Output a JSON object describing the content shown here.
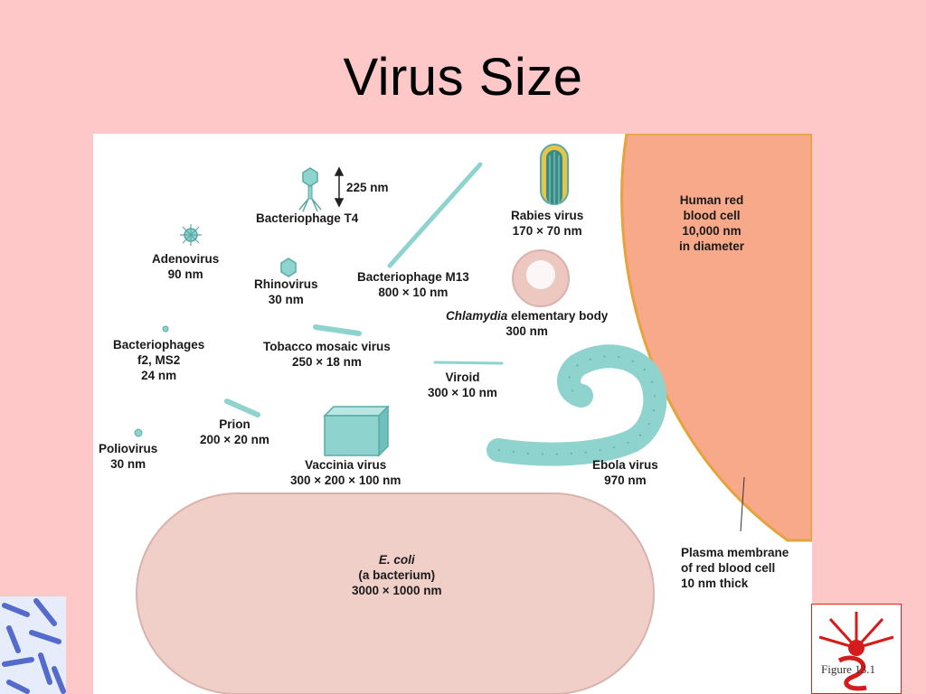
{
  "slide": {
    "title": "Virus  Size",
    "figure_ref": "Figure 13.1"
  },
  "diagram": {
    "colors": {
      "background": "#ffc8c8",
      "virus_fill": "#8fd3cf",
      "virus_stroke": "#5aa9a6",
      "rbc_fill": "#f7a98a",
      "rbc_edge": "#e6a23c",
      "ecoli_fill": "#f0cfc8"
    },
    "items": [
      {
        "id": "bacteriophage-t4",
        "name": "Bacteriophage T4",
        "size": "225 nm"
      },
      {
        "id": "adenovirus",
        "name": "Adenovirus",
        "size": "90 nm"
      },
      {
        "id": "rhinovirus",
        "name": "Rhinovirus",
        "size": "30 nm"
      },
      {
        "id": "bacteriophage-m13",
        "name": "Bacteriophage M13",
        "size": "800 × 10 nm"
      },
      {
        "id": "rabies-virus",
        "name": "Rabies virus",
        "size": "170 × 70 nm"
      },
      {
        "id": "chlamydia",
        "name_italic": "Chlamydia",
        "name_rest": " elementary body",
        "size": "300 nm"
      },
      {
        "id": "human-rbc",
        "lines": [
          "Human red",
          "blood cell",
          "10,000 nm",
          "in diameter"
        ]
      },
      {
        "id": "bacteriophages-f2",
        "lines": [
          "Bacteriophages",
          "f2, MS2",
          "24 nm"
        ]
      },
      {
        "id": "tobacco-mosaic",
        "name": "Tobacco mosaic virus",
        "size": "250 × 18 nm"
      },
      {
        "id": "viroid",
        "name": "Viroid",
        "size": "300 × 10 nm"
      },
      {
        "id": "prion",
        "name": "Prion",
        "size": "200 × 20 nm"
      },
      {
        "id": "poliovirus",
        "name": "Poliovirus",
        "size": "30 nm"
      },
      {
        "id": "vaccinia",
        "name": "Vaccinia virus",
        "size": "300 × 200 × 100 nm"
      },
      {
        "id": "ebola",
        "name": "Ebola virus",
        "size": "970 nm"
      },
      {
        "id": "ecoli",
        "name_italic": "E. coli",
        "lines": [
          "(a bacterium)",
          "3000 × 1000 nm"
        ]
      },
      {
        "id": "plasma-membrane",
        "lines": [
          "Plasma membrane",
          "of red blood cell",
          "10 nm thick"
        ]
      }
    ]
  }
}
